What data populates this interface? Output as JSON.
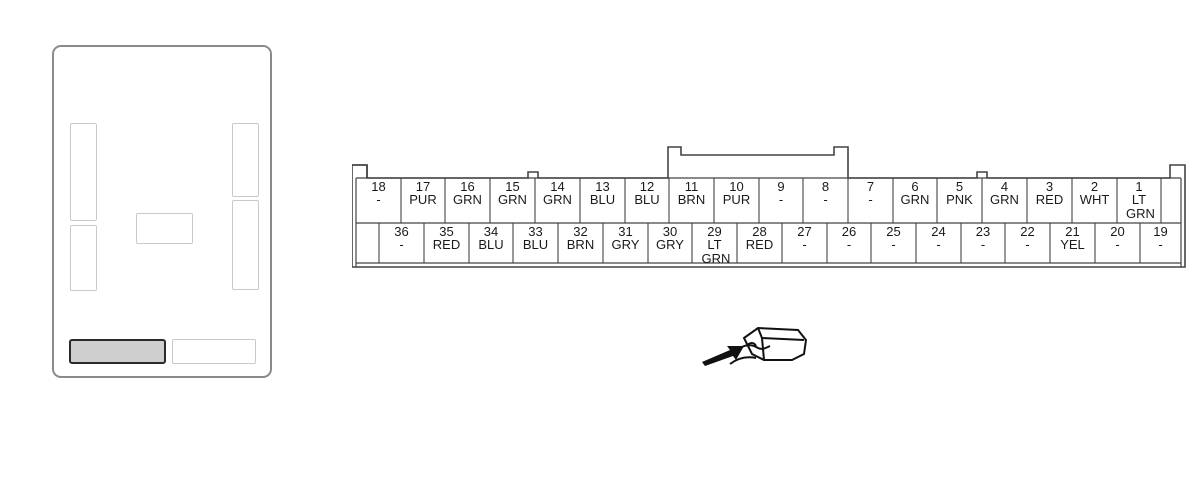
{
  "connector": {
    "top_row": [
      {
        "num": "18",
        "color": "-"
      },
      {
        "num": "17",
        "color": "PUR"
      },
      {
        "num": "16",
        "color": "GRN"
      },
      {
        "num": "15",
        "color": "GRN"
      },
      {
        "num": "14",
        "color": "GRN"
      },
      {
        "num": "13",
        "color": "BLU"
      },
      {
        "num": "12",
        "color": "BLU"
      },
      {
        "num": "11",
        "color": "BRN"
      },
      {
        "num": "10",
        "color": "PUR"
      },
      {
        "num": "9",
        "color": "-"
      },
      {
        "num": "8",
        "color": "-"
      },
      {
        "num": "7",
        "color": "-"
      },
      {
        "num": "6",
        "color": "GRN"
      },
      {
        "num": "5",
        "color": "PNK"
      },
      {
        "num": "4",
        "color": "GRN"
      },
      {
        "num": "3",
        "color": "RED"
      },
      {
        "num": "2",
        "color": "WHT"
      },
      {
        "num": "1",
        "color": "LT GRN"
      }
    ],
    "bottom_row": [
      {
        "num": "36",
        "color": "-"
      },
      {
        "num": "35",
        "color": "RED"
      },
      {
        "num": "34",
        "color": "BLU"
      },
      {
        "num": "33",
        "color": "BLU"
      },
      {
        "num": "32",
        "color": "BRN"
      },
      {
        "num": "31",
        "color": "GRY"
      },
      {
        "num": "30",
        "color": "GRY"
      },
      {
        "num": "29",
        "color": "LT GRN"
      },
      {
        "num": "28",
        "color": "RED"
      },
      {
        "num": "27",
        "color": "-"
      },
      {
        "num": "26",
        "color": "-"
      },
      {
        "num": "25",
        "color": "-"
      },
      {
        "num": "24",
        "color": "-"
      },
      {
        "num": "23",
        "color": "-"
      },
      {
        "num": "22",
        "color": "-"
      },
      {
        "num": "21",
        "color": "YEL"
      },
      {
        "num": "20",
        "color": "-"
      },
      {
        "num": "19",
        "color": "-"
      }
    ]
  },
  "icons": {
    "probe": "back-probe-icon",
    "locator": "component-location-icon"
  },
  "colors": {
    "outline": "#444444",
    "highlight_fill": "#cfcfcf",
    "locator_border": "#8a8a8a"
  }
}
